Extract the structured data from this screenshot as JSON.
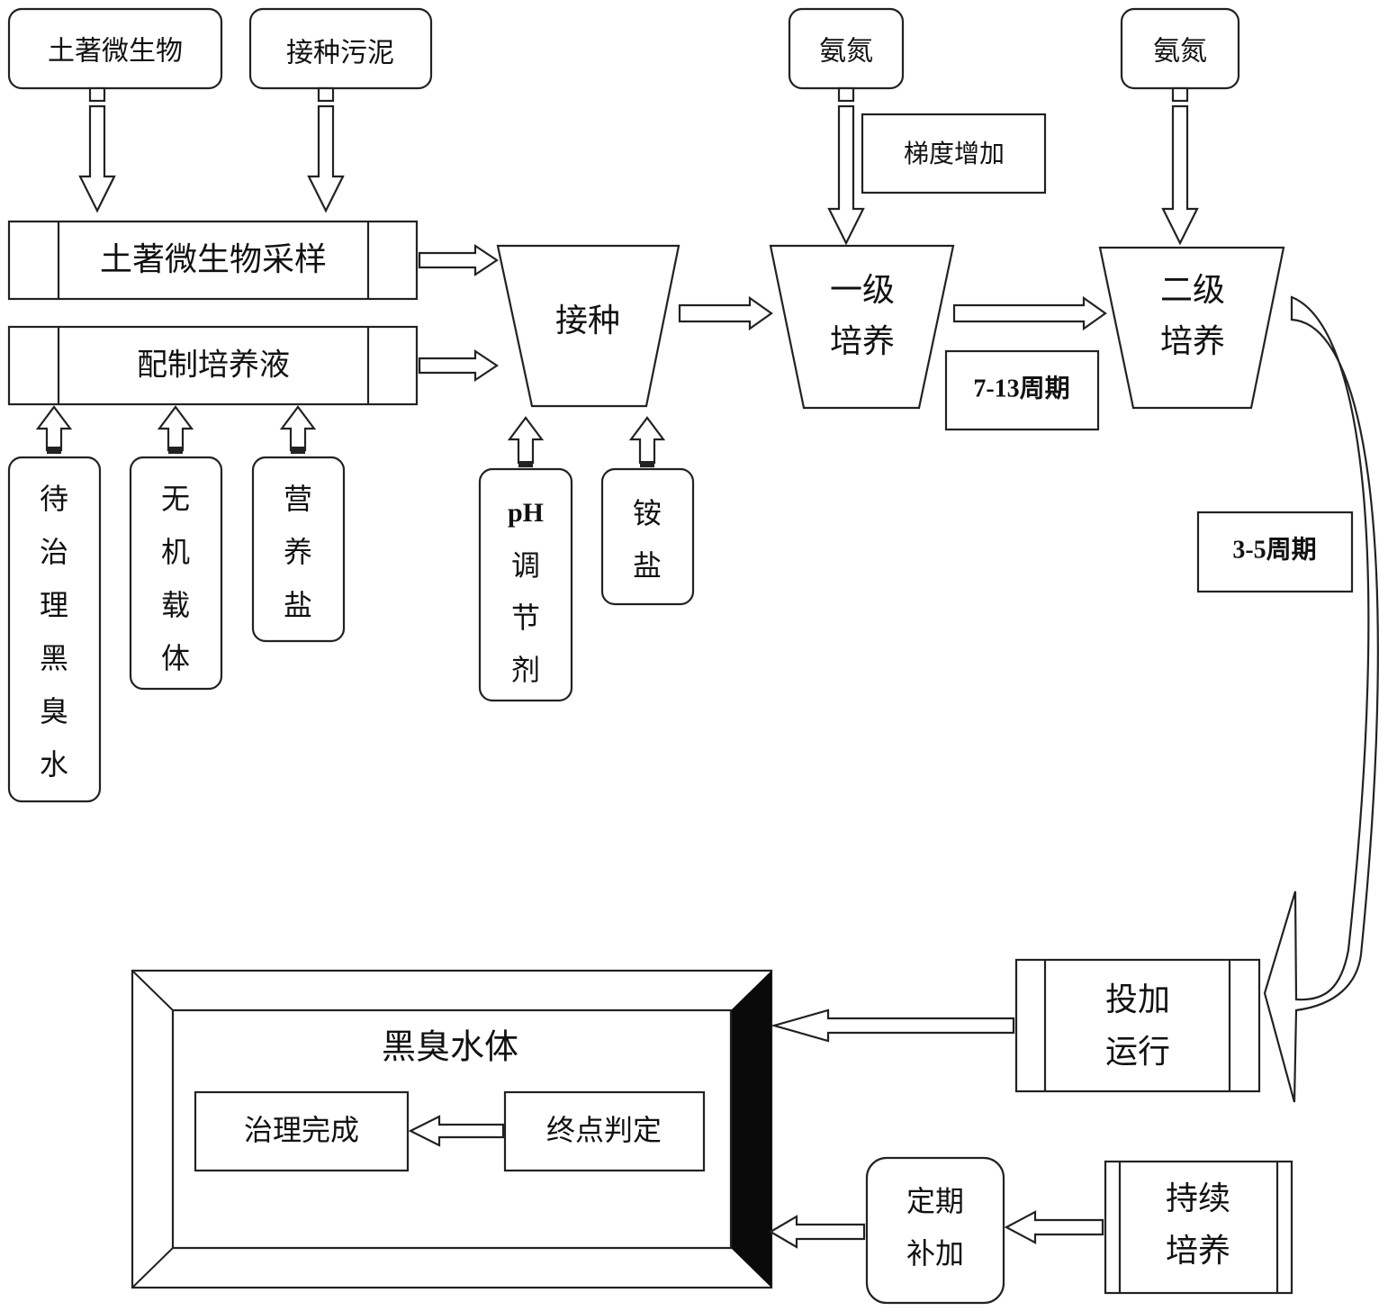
{
  "inputs_top": {
    "indigenous_microbes": "土著微生物",
    "inoculation_sludge": "接种污泥"
  },
  "process": {
    "sampling": "土著微生物采样",
    "prepare_medium": "配制培养液",
    "inoculation": "接种",
    "stage1_line1": "一级",
    "stage1_line2": "培养",
    "stage2_line1": "二级",
    "stage2_line2": "培养",
    "dosing_line1": "投加",
    "dosing_line2": "运行",
    "continuous_line1": "持续",
    "continuous_line2": "培养",
    "replenish_line1": "定期",
    "replenish_line2": "补加"
  },
  "medium_inputs": {
    "black_odorous_water": [
      "待",
      "治",
      "理",
      "黑",
      "臭",
      "水"
    ],
    "inorganic_carrier": [
      "无",
      "机",
      "载",
      "体"
    ],
    "nutrient_salt": [
      "营",
      "养",
      "盐"
    ]
  },
  "inoculation_inputs": {
    "ph_regulator": [
      "pH",
      "调",
      "节",
      "剂"
    ],
    "ammonium_salt": [
      "铵",
      "盐"
    ]
  },
  "ammonia": {
    "stage1": "氨氮",
    "stage2": "氨氮",
    "gradient_note": "梯度增加"
  },
  "periods": {
    "stage1_to_stage2": "7-13周期",
    "stage2_to_dosing": "3-5周期"
  },
  "water_body": {
    "title": "黑臭水体",
    "endpoint": "终点判定",
    "complete": "治理完成"
  }
}
